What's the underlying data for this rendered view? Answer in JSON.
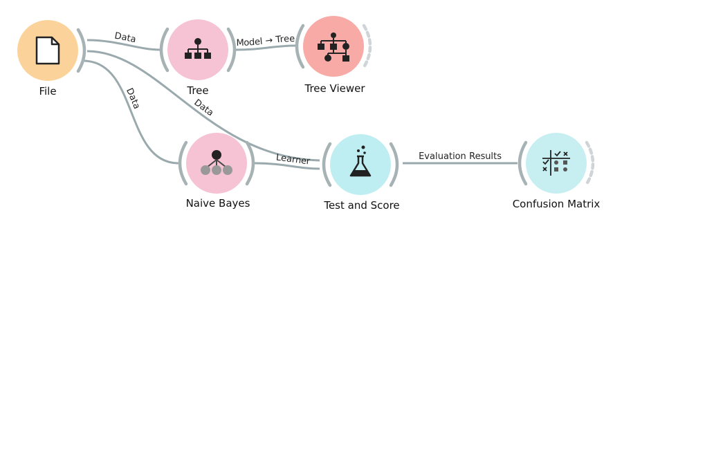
{
  "colors": {
    "file": "#fbd39a",
    "tree": "#f5c3d3",
    "tree_viewer": "#f7aaa6",
    "naive_bayes": "#f5c3d3",
    "test_and_score": "#bfeef2",
    "confusion_matrix": "#c7eff2",
    "link": "#9aa9ad"
  },
  "nodes": {
    "file": {
      "label": "File",
      "icon": "document-icon"
    },
    "tree": {
      "label": "Tree",
      "icon": "tree-icon"
    },
    "tree_viewer": {
      "label": "Tree Viewer",
      "icon": "tree-viewer-icon"
    },
    "naive_bayes": {
      "label": "Naive Bayes",
      "icon": "naive-bayes-icon"
    },
    "test_and_score": {
      "label": "Test and Score",
      "icon": "flask-icon"
    },
    "confusion_matrix": {
      "label": "Confusion Matrix",
      "icon": "confusion-matrix-icon"
    }
  },
  "links": {
    "file_tree": "Data",
    "tree_viewer": "Model → Tree",
    "file_test": "Data",
    "file_bayes": "Data",
    "bayes_test": "Learner",
    "test_confusion": "Evaluation Results"
  }
}
